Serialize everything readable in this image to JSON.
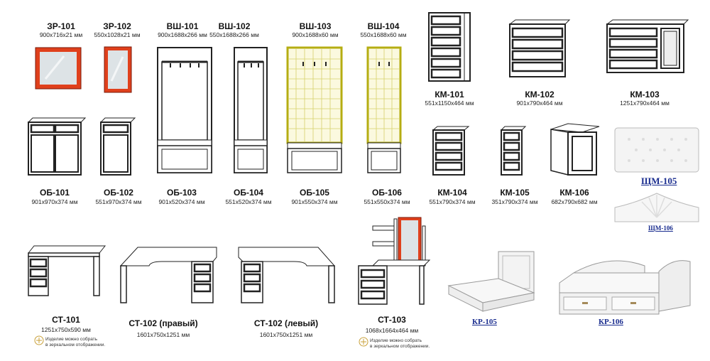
{
  "items": {
    "zr101": {
      "code": "ЗР-101",
      "dims": "900x716x21 мм"
    },
    "zr102": {
      "code": "ЗР-102",
      "dims": "550x1028x21 мм"
    },
    "vsh101": {
      "code": "ВШ-101",
      "dims": "900x1688x266 мм"
    },
    "vsh102": {
      "code": "ВШ-102",
      "dims": "550x1688x266 мм"
    },
    "vsh103": {
      "code": "ВШ-103",
      "dims": "900x1688x60 мм"
    },
    "vsh104": {
      "code": "ВШ-104",
      "dims": "550x1688x60 мм"
    },
    "km101": {
      "code": "КМ-101",
      "dims": "551x1150x464 мм"
    },
    "km102": {
      "code": "КМ-102",
      "dims": "901x790x464 мм"
    },
    "km103": {
      "code": "КМ-103",
      "dims": "1251x790x464 мм"
    },
    "ob101": {
      "code": "ОБ-101",
      "dims": "901x970x374 мм"
    },
    "ob102": {
      "code": "ОБ-102",
      "dims": "551x970x374 мм"
    },
    "ob103": {
      "code": "ОБ-103",
      "dims": "901x520x374 мм"
    },
    "ob104": {
      "code": "ОБ-104",
      "dims": "551x520x374 мм"
    },
    "ob105": {
      "code": "ОБ-105",
      "dims": "901x550x374 мм"
    },
    "ob106": {
      "code": "ОБ-106",
      "dims": "551x550x374 мм"
    },
    "km104": {
      "code": "КМ-104",
      "dims": "551x790x374 мм"
    },
    "km105": {
      "code": "КМ-105",
      "dims": "351x790x374 мм"
    },
    "km106": {
      "code": "КМ-106",
      "dims": "682x790x682 мм"
    },
    "shm105": {
      "code": "ЩМ-105"
    },
    "shm106": {
      "code": "ЩМ-106"
    },
    "st101": {
      "code": "СТ-101",
      "dims": "1251x750x590 мм"
    },
    "st102r": {
      "code": "СТ-102 (правый)",
      "dims": "1601x750x1251 мм"
    },
    "st102l": {
      "code": "СТ-102 (левый)",
      "dims": "1601x750x1251 мм"
    },
    "st103": {
      "code": "СТ-103",
      "dims": "1068x1664x464 мм"
    },
    "kr105": {
      "code": "КР-105"
    },
    "kr106": {
      "code": "КР-106"
    }
  },
  "notes": {
    "mirror_note_line1": "Изделие можно собрать",
    "mirror_note_line2": "в зеркальном отображении."
  },
  "colors": {
    "mirror_frame": "#e0401c",
    "panel_frame": "#c9c21a",
    "outline": "#222222",
    "label_blue": "#1a2d8f"
  },
  "icons": [
    "mirror-frame-icon",
    "mirror-assembly-icon"
  ]
}
